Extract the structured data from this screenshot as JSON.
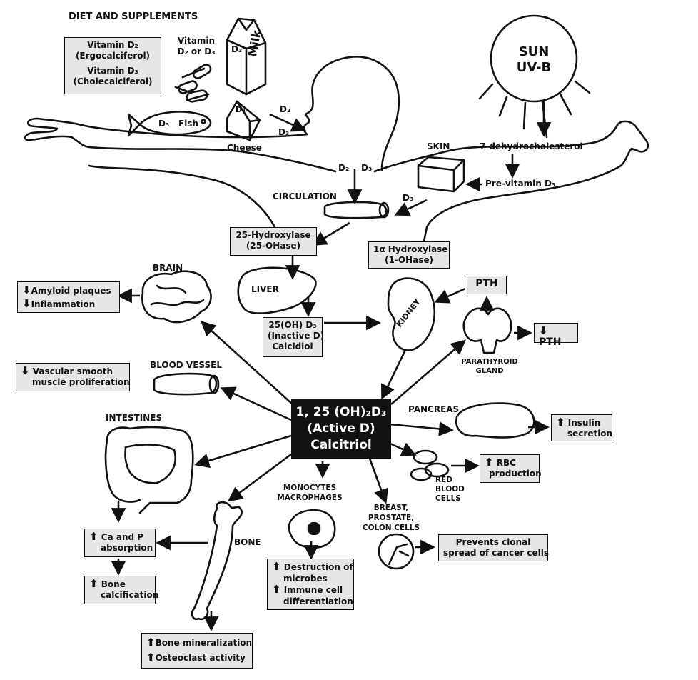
{
  "colors": {
    "box_fill": "#e6e6e6",
    "center_fill": "#111111",
    "center_text": "#ffffff",
    "line": "#111111"
  },
  "title": "DIET AND SUPPLEMENTS",
  "diet": {
    "vitamins": [
      "Vitamin D₂",
      "(Ergocalciferol)",
      "Vitamin D₃",
      "(Cholecalciferol)"
    ],
    "pills_label": [
      "Vitamin",
      "D₂ or D₃"
    ],
    "milk_d3": "D₃",
    "milk_word": "Milk",
    "fish_d3": "D₃",
    "fish_label": "Fish",
    "cheese_d3": "D₃",
    "cheese_label": "Cheese",
    "mouth_d2": "D₂",
    "mouth_d3": "D₃"
  },
  "sun": {
    "line1": "SUN",
    "line2": "UV-B"
  },
  "skin": {
    "label": "SKIN",
    "dehydro": "7-dehydrocholesterol",
    "previtamin": "Pre-vitamin D₃",
    "d3_out": "D₃"
  },
  "circulation": {
    "label": "CIRCULATION",
    "d2": "D₂",
    "d3": "D₃"
  },
  "hydroxylase25": [
    "25-Hydroxylase",
    "(25-OHase)"
  ],
  "hydroxylase1": [
    "1α Hydroxylase",
    "(1-OHase)"
  ],
  "liver": {
    "label": "LIVER"
  },
  "calcidiol": [
    "25(OH) D₃",
    "(Inactive D)",
    "Calcidiol"
  ],
  "kidney": {
    "label": "KIDNEY"
  },
  "pth": {
    "box": "PTH",
    "result": "PTH",
    "gland": [
      "PARATHYROID",
      "GLAND"
    ]
  },
  "center": [
    "1, 25 (OH)₂D₃",
    "(Active D)",
    "Calcitriol"
  ],
  "brain": {
    "label": "BRAIN",
    "effects": [
      "Amyloid plaques",
      "Inflammation"
    ]
  },
  "vessel": {
    "label": "BLOOD VESSEL",
    "effects": [
      "Vascular smooth",
      "muscle proliferation"
    ]
  },
  "intestines": {
    "label": "INTESTINES",
    "absorption": [
      "Ca and P",
      "absorption"
    ],
    "calcification": [
      "Bone",
      "calcification"
    ]
  },
  "bone": {
    "label": "BONE",
    "effects": [
      "Bone mineralization",
      "Osteoclast activity"
    ]
  },
  "immune": {
    "label": [
      "MONOCYTES",
      "MACROPHAGES"
    ],
    "effects": [
      "Destruction of",
      "microbes",
      "Immune cell",
      "differentiation"
    ]
  },
  "cancer": {
    "label": [
      "BREAST,",
      "PROSTATE,",
      "COLON CELLS"
    ],
    "effect": [
      "Prevents clonal",
      "spread of cancer cells"
    ]
  },
  "pancreas": {
    "label": "PANCREAS",
    "effect": [
      "Insulin",
      "secretion"
    ]
  },
  "rbc": {
    "label": [
      "RED",
      "BLOOD",
      "CELLS"
    ],
    "effect": [
      "RBC",
      "production"
    ]
  },
  "glyphs": {
    "up": "⬆",
    "down": "⬇"
  }
}
